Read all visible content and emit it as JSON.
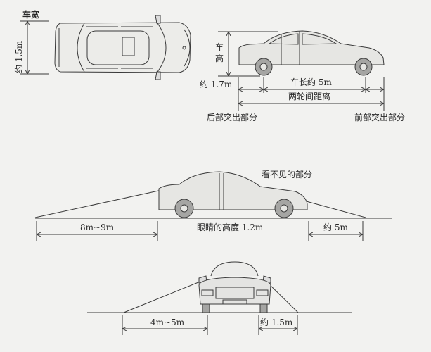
{
  "colors": {
    "background": "#f2f2f0",
    "line": "#3a3a3a",
    "car_fill": "#e4e4e2",
    "tire_fill": "#9a9a98",
    "text": "#2a2a2a"
  },
  "top_view": {
    "width_title": "车宽",
    "width_value": "约 1.5m"
  },
  "side_view": {
    "height_title_line1": "车",
    "height_title_line2": "高",
    "height_value": "约 1.7m",
    "length_label": "车长约 5m",
    "wheelbase_label": "两轮间距离",
    "rear_overhang_label": "后部突出部分",
    "front_overhang_label": "前部突出部分"
  },
  "rear_blind_view": {
    "invisible_label": "看不见的部分",
    "rear_distance": "8m~9m",
    "eye_height": "眼睛的高度 1.2m",
    "front_distance": "约 5m"
  },
  "front_blind_view": {
    "left_distance": "4m~5m",
    "right_distance": "约 1.5m"
  }
}
